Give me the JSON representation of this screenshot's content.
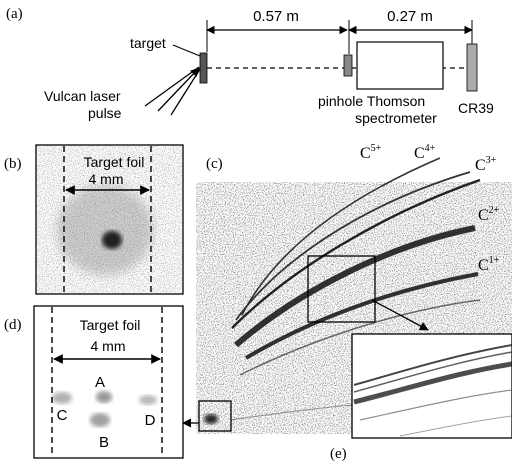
{
  "panel_a": {
    "label": "(a)",
    "dist1": "0.57 m",
    "dist2": "0.27 m",
    "target": "target",
    "laser_line1": "Vulcan laser",
    "laser_line2": "pulse",
    "pinhole": "pinhole",
    "spectrometer_line1": "Thomson",
    "spectrometer_line2": "spectrometer",
    "detector": "CR39"
  },
  "panel_b": {
    "label": "(b)",
    "title": "Target foil",
    "width": "4 mm"
  },
  "panel_c": {
    "label": "(c)",
    "ions": [
      {
        "base": "C",
        "charge": "5+"
      },
      {
        "base": "C",
        "charge": "4+"
      },
      {
        "base": "C",
        "charge": "3+"
      },
      {
        "base": "C",
        "charge": "2+"
      },
      {
        "base": "C",
        "charge": "1+"
      }
    ]
  },
  "panel_d": {
    "label": "(d)",
    "title": "Target foil",
    "width": "4 mm",
    "spots": [
      "A",
      "B",
      "C",
      "D"
    ]
  },
  "panel_e": {
    "label": "(e)"
  }
}
